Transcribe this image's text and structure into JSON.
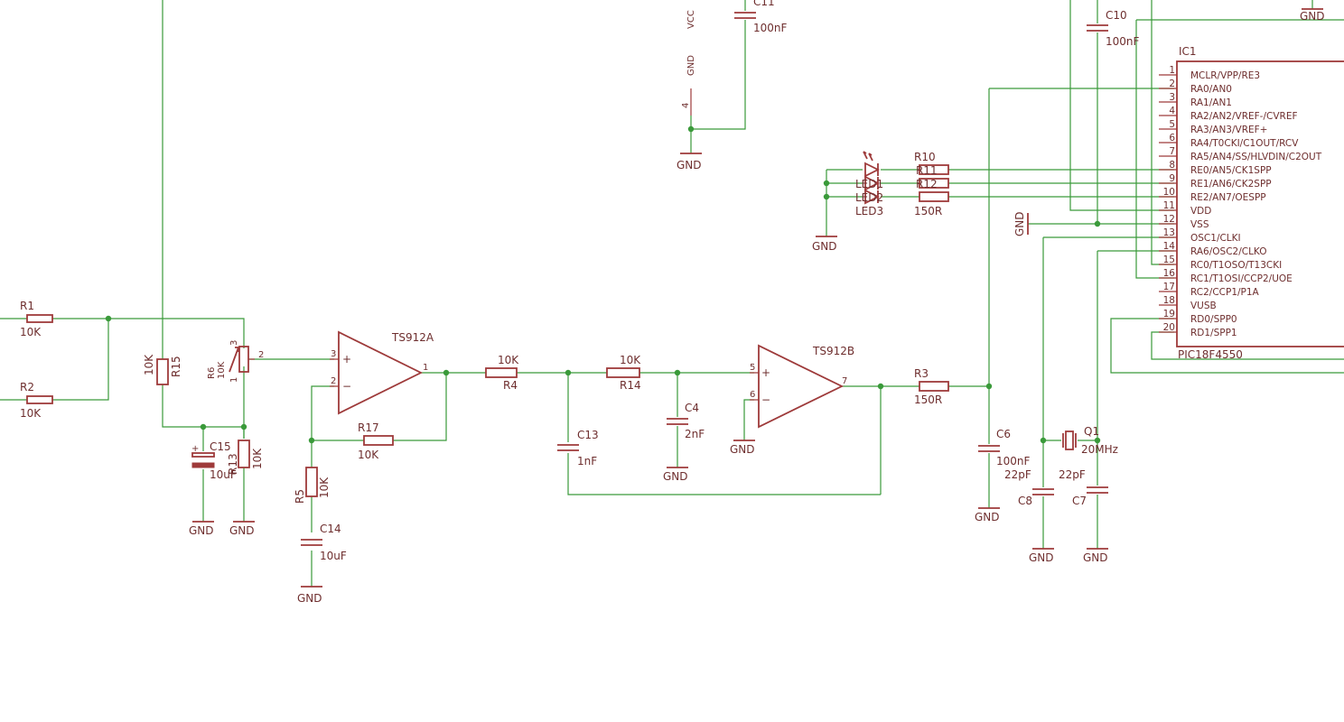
{
  "gnd": "GND",
  "vcc": "VCC",
  "pin4": "4",
  "r1": {
    "name": "R1",
    "value": "10K"
  },
  "r2": {
    "name": "R2",
    "value": "10K"
  },
  "r15": {
    "name": "R15",
    "value": "10K"
  },
  "r6": {
    "name": "R6",
    "value": "10K",
    "p1": "1",
    "p2": "2",
    "p3": "3"
  },
  "r13": {
    "name": "R13",
    "value": "10K"
  },
  "c15": {
    "name": "C15",
    "value": "10uF"
  },
  "u1": {
    "name": "TS912A",
    "plus": "+",
    "minus": "−",
    "p3": "3",
    "p2": "2",
    "p1": "1"
  },
  "r17": {
    "name": "R17",
    "value": "10K"
  },
  "r5": {
    "name": "R5",
    "value": "10K"
  },
  "c14": {
    "name": "C14",
    "value": "10uF"
  },
  "r4": {
    "name": "R4",
    "value": "10K"
  },
  "r14": {
    "name": "R14",
    "value": "10K"
  },
  "c13": {
    "name": "C13",
    "value": "1nF"
  },
  "c4": {
    "name": "C4",
    "value": "2nF"
  },
  "u2": {
    "name": "TS912B",
    "plus": "+",
    "minus": "−",
    "p5": "5",
    "p6": "6",
    "p7": "7"
  },
  "r3": {
    "name": "R3",
    "value": "150R"
  },
  "c6": {
    "name": "C6",
    "value": "100nF"
  },
  "c8": {
    "name": "C8",
    "value": "22pF"
  },
  "c7": {
    "name": "C7",
    "value": "22pF"
  },
  "q1": {
    "name": "Q1",
    "value": "20MHz"
  },
  "c11": {
    "name": "C11",
    "value": "100nF"
  },
  "c10": {
    "name": "C10",
    "value": "100nF"
  },
  "leds": {
    "led1": "LED1",
    "led2": "LED2",
    "led3": "LED3"
  },
  "r10": {
    "name": "R10",
    "value": "150R"
  },
  "r11": "R11",
  "r12": "R12",
  "ic1": {
    "name": "IC1",
    "part": "PIC18F4550",
    "pins": [
      {
        "num": "1",
        "label": "MCLR/VPP/RE3"
      },
      {
        "num": "2",
        "label": "RA0/AN0"
      },
      {
        "num": "3",
        "label": "RA1/AN1"
      },
      {
        "num": "4",
        "label": "RA2/AN2/VREF-/CVREF"
      },
      {
        "num": "5",
        "label": "RA3/AN3/VREF+"
      },
      {
        "num": "6",
        "label": "RA4/T0CKI/C1OUT/RCV"
      },
      {
        "num": "7",
        "label": "RA5/AN4/SS/HLVDIN/C2OUT"
      },
      {
        "num": "8",
        "label": "RE0/AN5/CK1SPP"
      },
      {
        "num": "9",
        "label": "RE1/AN6/CK2SPP"
      },
      {
        "num": "10",
        "label": "RE2/AN7/OESPP"
      },
      {
        "num": "11",
        "label": "VDD"
      },
      {
        "num": "12",
        "label": "VSS"
      },
      {
        "num": "13",
        "label": "OSC1/CLKI"
      },
      {
        "num": "14",
        "label": "RA6/OSC2/CLKO"
      },
      {
        "num": "15",
        "label": "RC0/T1OSO/T13CKI"
      },
      {
        "num": "16",
        "label": "RC1/T1OSI/CCP2/UOE"
      },
      {
        "num": "17",
        "label": "RC2/CCP1/P1A"
      },
      {
        "num": "18",
        "label": "VUSB"
      },
      {
        "num": "19",
        "label": "RD0/SPP0"
      },
      {
        "num": "20",
        "label": "RD1/SPP1"
      }
    ]
  }
}
